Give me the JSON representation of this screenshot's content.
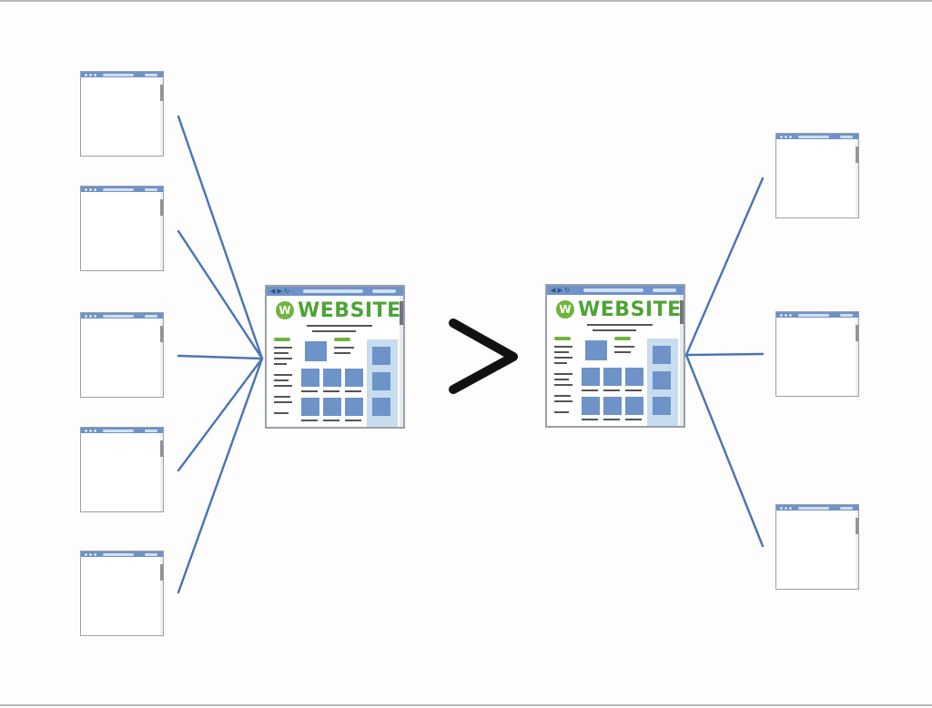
{
  "colors": {
    "line": "#4a73b3",
    "browser_bar": "#6d93c8",
    "logo_green": "#6fb43f",
    "title_green": "#4ea336",
    "arrow": "#111111"
  },
  "left_site": {
    "logo_letter": "W",
    "title": "WEBSITE"
  },
  "right_site": {
    "logo_letter": "W",
    "title": "WEBSITE"
  },
  "comparison_symbol": ">",
  "left_pages_count": 5,
  "right_pages_count": 3
}
